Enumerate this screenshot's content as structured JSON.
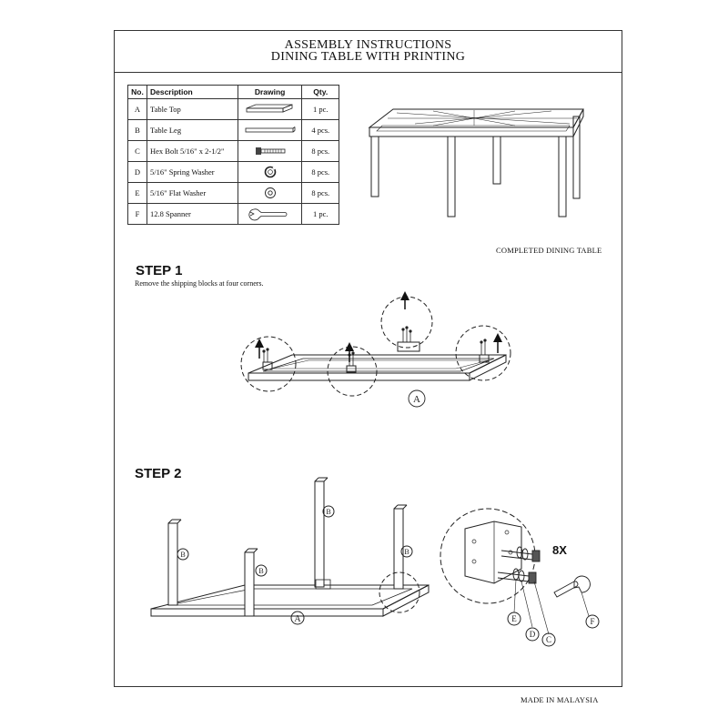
{
  "header": {
    "line1": "ASSEMBLY INSTRUCTIONS",
    "line2": "DINING TABLE WITH PRINTING"
  },
  "parts_table": {
    "headers": [
      "No.",
      "Description",
      "Drawing",
      "Qty."
    ],
    "rows": [
      {
        "no": "A",
        "description": "Table Top",
        "drawing": "table-top-icon",
        "qty": "1 pc."
      },
      {
        "no": "B",
        "description": "Table Leg",
        "drawing": "table-leg-icon",
        "qty": "4 pcs."
      },
      {
        "no": "C",
        "description": "Hex Bolt 5/16\" x 2-1/2\"",
        "drawing": "hex-bolt-icon",
        "qty": "8 pcs."
      },
      {
        "no": "D",
        "description": "5/16\" Spring Washer",
        "drawing": "spring-washer-icon",
        "qty": "8 pcs."
      },
      {
        "no": "E",
        "description": "5/16\" Flat Washer",
        "drawing": "flat-washer-icon",
        "qty": "8 pcs."
      },
      {
        "no": "F",
        "description": "12.8 Spanner",
        "drawing": "spanner-icon",
        "qty": "1 pc."
      }
    ]
  },
  "completed": {
    "caption": "COMPLETED DINING TABLE"
  },
  "step1": {
    "title": "STEP 1",
    "description": "Remove the shipping blocks at four corners.",
    "callout_a": "A"
  },
  "step2": {
    "title": "STEP 2",
    "multiplier": "8X",
    "labels": {
      "a": "A",
      "b": "B",
      "c": "C",
      "d": "D",
      "e": "E",
      "f": "F"
    }
  },
  "footer": {
    "origin": "MADE IN MALAYSIA"
  }
}
